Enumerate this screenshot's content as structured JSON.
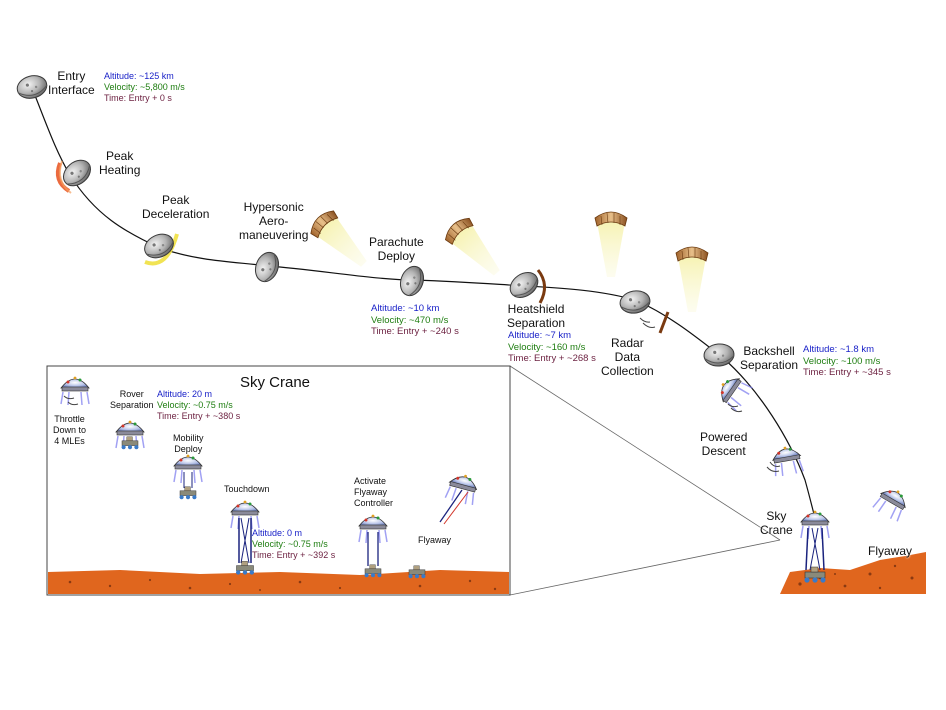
{
  "inset": {
    "title": "Sky Crane",
    "labels": {
      "throttle": [
        "Throttle",
        "Down to",
        "4 MLEs"
      ],
      "rover_separation": [
        "Rover",
        "Separation"
      ],
      "mobility_deploy": [
        "Mobility",
        "Deploy"
      ],
      "touchdown": "Touchdown",
      "activate_flyaway": [
        "Activate",
        "Flyaway",
        "Controller"
      ],
      "flyaway": "Flyaway"
    },
    "rover_separation_stats": {
      "altitude": "Altitude: 20 m",
      "velocity": "Velocity: ~0.75 m/s",
      "time": "Time: Entry + ~380 s"
    },
    "touchdown_stats": {
      "altitude": "Altitude: 0 m",
      "velocity": "Velocity: ~0.75 m/s",
      "time": "Time: Entry + ~392 s"
    }
  },
  "stages": {
    "entry_interface": [
      "Entry",
      "Interface"
    ],
    "peak_heating": [
      "Peak",
      "Heating"
    ],
    "peak_deceleration": [
      "Peak",
      "Deceleration"
    ],
    "hypersonic": [
      "Hypersonic",
      "Aero-",
      "maneuvering"
    ],
    "parachute_deploy": [
      "Parachute",
      "Deploy"
    ],
    "heatshield_separation": [
      "Heatshield",
      "Separation"
    ],
    "radar_data_collection": [
      "Radar",
      "Data",
      "Collection"
    ],
    "backshell_separation": [
      "Backshell",
      "Separation"
    ],
    "powered_descent": [
      "Powered",
      "Descent"
    ],
    "sky_crane": [
      "Sky",
      "Crane"
    ],
    "flyaway": "Flyaway"
  },
  "stats": {
    "entry_interface": {
      "altitude": "Altitude: ~125 km",
      "velocity": "Velocity: ~5,800 m/s",
      "time": "Time: Entry + 0 s"
    },
    "parachute_deploy": {
      "altitude": "Altitude: ~10 km",
      "velocity": "Velocity: ~470 m/s",
      "time": "Time: Entry + ~240 s"
    },
    "heatshield_separation": {
      "altitude": "Altitude: ~7 km",
      "velocity": "Velocity: ~160 m/s",
      "time": "Time: Entry + ~268 s"
    },
    "backshell_separation": {
      "altitude": "Altitude: ~1.8 km",
      "velocity": "Velocity: ~100 m/s",
      "time": "Time: Entry + ~345 s"
    }
  },
  "colors": {
    "altitude": "#1a22c8",
    "velocity": "#1e7d10",
    "time": "#6b1f3f",
    "ground": "#e0661e",
    "parachute_cone": "#f4f0a0",
    "heating_glow": "#e8501c",
    "deceleration_glow": "#f0e040"
  }
}
